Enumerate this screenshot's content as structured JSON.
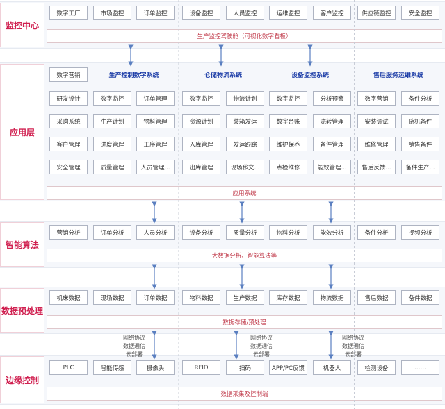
{
  "layers": {
    "monitor": "监控中心",
    "application": "应用层",
    "algorithm": "智能算法",
    "data": "数据预处理",
    "edge": "边缘控制"
  },
  "monitor": {
    "items": [
      "数字工厂",
      "市场监控",
      "订单监控",
      "设备监控",
      "人员监控",
      "运维监控",
      "客户监控",
      "供应链监控",
      "安全监控"
    ],
    "bar": "生产监控驾驶舱（可视化数字看板）"
  },
  "application": {
    "col0": [
      "数字营销",
      "研发设计",
      "采购系统",
      "客户管理",
      "安全管理"
    ],
    "groups": [
      {
        "title": "生产控制数字系统",
        "rows": [
          [
            "数字监控",
            "订单管理"
          ],
          [
            "生产计划",
            "物料管理"
          ],
          [
            "进度管理",
            "工序管理"
          ],
          [
            "质量管理",
            "人员管理..."
          ]
        ]
      },
      {
        "title": "仓储物流系统",
        "rows": [
          [
            "数字监控",
            "物流计划"
          ],
          [
            "资源计划",
            "装箱发运"
          ],
          [
            "入库管理",
            "发运跟踪"
          ],
          [
            "出库管理",
            "现场移交..."
          ]
        ]
      },
      {
        "title": "设备监控系统",
        "rows": [
          [
            "数字监控",
            "分析预警"
          ],
          [
            "数字台账",
            "流转管理"
          ],
          [
            "维护保养",
            "备件管理"
          ],
          [
            "点检维修",
            "能效管理..."
          ]
        ]
      },
      {
        "title": "售后服务运维系统",
        "rows": [
          [
            "数字营销",
            "备件分析"
          ],
          [
            "安装调试",
            "随机备件"
          ],
          [
            "维修管理",
            "销售备件"
          ],
          [
            "售后反馈...",
            "备件生产..."
          ]
        ]
      }
    ],
    "bar": "应用系统"
  },
  "algorithm": {
    "items": [
      "营销分析",
      "订单分析",
      "人员分析",
      "设备分析",
      "质量分析",
      "物料分析",
      "能效分析",
      "备件分析",
      "视频分析"
    ],
    "bar": "大数据分析、智能算法等"
  },
  "data": {
    "items": [
      "机床数据",
      "现场数据",
      "订单数据",
      "物料数据",
      "生产数据",
      "库存数据",
      "物流数据",
      "售后数据",
      "备件数据"
    ],
    "bar": "数据存储/预处理",
    "protocol": [
      "网络协议",
      "数据通信",
      "云部署"
    ]
  },
  "edge": {
    "items": [
      "PLC",
      "智能传感",
      "摄像头",
      "RFID",
      "扫码",
      "APP/PC反馈",
      "机器人",
      "检测设备",
      "……"
    ],
    "bar": "数据采集及控制端"
  }
}
